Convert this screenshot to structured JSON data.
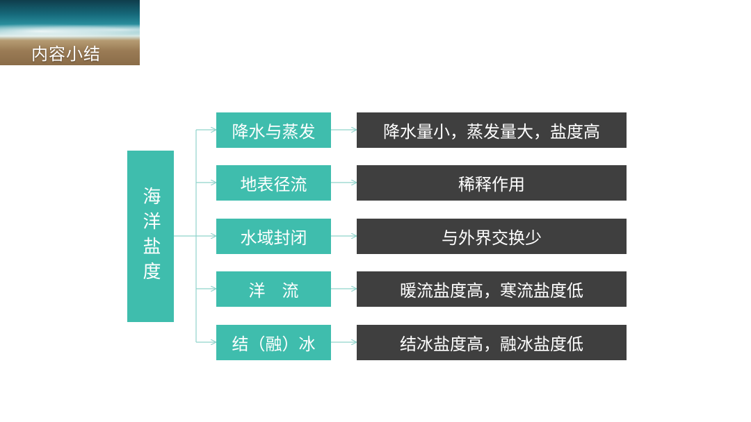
{
  "header": {
    "title": "内容小结"
  },
  "root": {
    "label": "海洋盐度"
  },
  "rows": [
    {
      "factor": "降水与蒸发",
      "effect": "降水量小，蒸发量大，盐度高"
    },
    {
      "factor": "地表径流",
      "effect": "稀释作用"
    },
    {
      "factor": "水域封闭",
      "effect": "与外界交换少"
    },
    {
      "factor": "洋　流",
      "effect": "暖流盐度高，寒流盐度低"
    },
    {
      "factor": "结（融）冰",
      "effect": "结冰盐度高，融冰盐度低"
    }
  ],
  "colors": {
    "teal": "#3fbdad",
    "dark": "#3f3f3f",
    "line": "#8fd3cb"
  }
}
